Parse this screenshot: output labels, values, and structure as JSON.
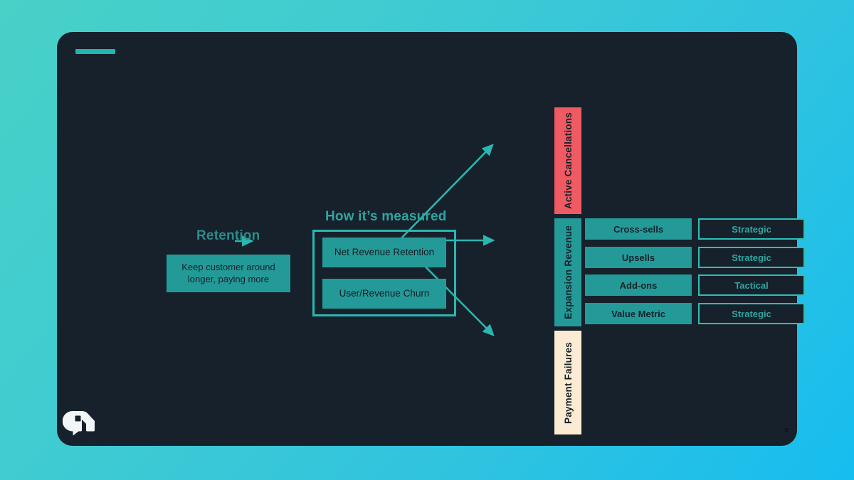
{
  "slide": {
    "accent_bar": "accent-bar",
    "corner_mark": "x",
    "logo_alt": "brand-logo"
  },
  "left_stage": {
    "heading": "Retention",
    "definition": "Keep customer around longer, paying more"
  },
  "measured_stage": {
    "heading": "How it’s measured",
    "metrics": [
      {
        "label": "Net Revenue Retention"
      },
      {
        "label": "User/Revenue Churn"
      }
    ]
  },
  "outcomes": [
    {
      "label": "Active Cancellations",
      "color": "#F05A62"
    },
    {
      "label": "Expansion Revenue",
      "color": "#249A98"
    },
    {
      "label": "Payment Failures",
      "color": "#FAEBD2"
    }
  ],
  "expansion_levers": [
    {
      "lever": "Cross-sells",
      "classification": "Strategic"
    },
    {
      "lever": "Upsells",
      "classification": "Strategic"
    },
    {
      "lever": "Add-ons",
      "classification": "Tactical"
    },
    {
      "lever": "Value Metric",
      "classification": "Strategic"
    }
  ],
  "colors": {
    "panel_bg": "#16212B",
    "teal_fill": "#249A98",
    "teal_border": "#2CBFB8",
    "teal_text": "#2FA5A0",
    "muted_teal_text": "#2C8C8A",
    "red": "#F05A62",
    "cream": "#FAEBD2",
    "arrow": "#2BB6B0",
    "backdrop_start": "#48D1C7",
    "backdrop_end": "#16BDEF"
  }
}
